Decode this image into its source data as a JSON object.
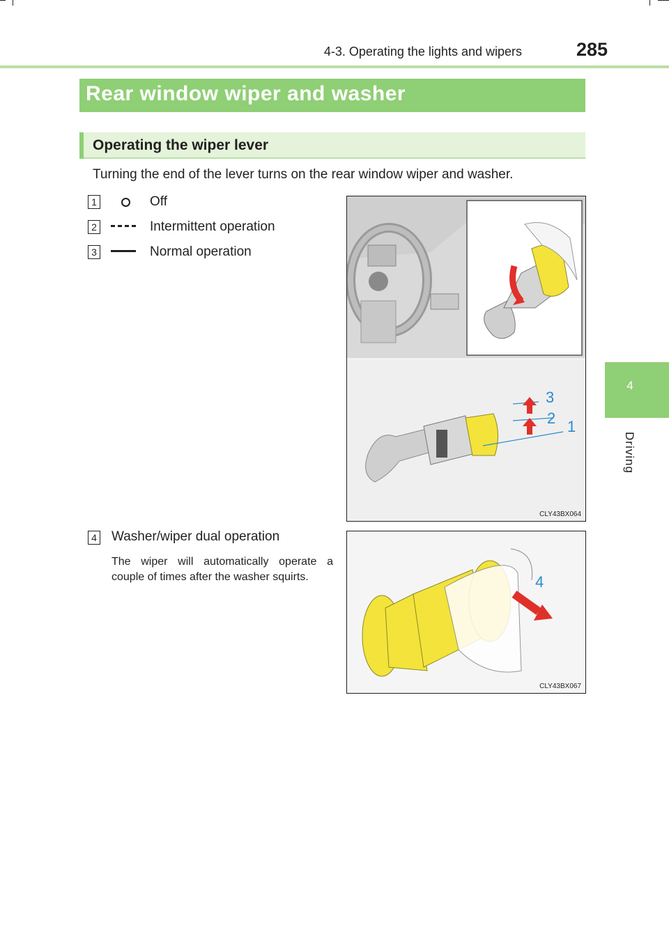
{
  "header": {
    "page_number": "285",
    "chapter_title": "4-3. Operating the lights and wipers"
  },
  "side_tab": {
    "number": "4",
    "label": "Driving"
  },
  "section": {
    "title": "Rear window wiper and washer"
  },
  "subsection": {
    "title": "Operating the wiper lever",
    "intro": "Turning the end of the lever turns on the rear window wiper and washer."
  },
  "items": [
    {
      "number": "1",
      "symbol": "circle-icon",
      "label": "Off"
    },
    {
      "number": "2",
      "symbol": "dashed-line-icon",
      "label": "Intermittent operation"
    },
    {
      "number": "3",
      "symbol": "solid-line-icon",
      "label": "Normal operation"
    },
    {
      "number": "4",
      "label": "Washer/wiper dual operation",
      "description": "The wiper will automatically operate a couple of times after the washer squirts."
    }
  ],
  "figures": [
    {
      "code": "CLY43BX064",
      "callouts": [
        "3",
        "2",
        "1"
      ]
    },
    {
      "code": "CLY43BX067",
      "callouts": [
        "4"
      ]
    }
  ],
  "colors": {
    "accent_green": "#8fcf75",
    "light_green": "#e4f3d9",
    "lever_yellow": "#f4e33a",
    "arrow_red": "#e0302a"
  }
}
